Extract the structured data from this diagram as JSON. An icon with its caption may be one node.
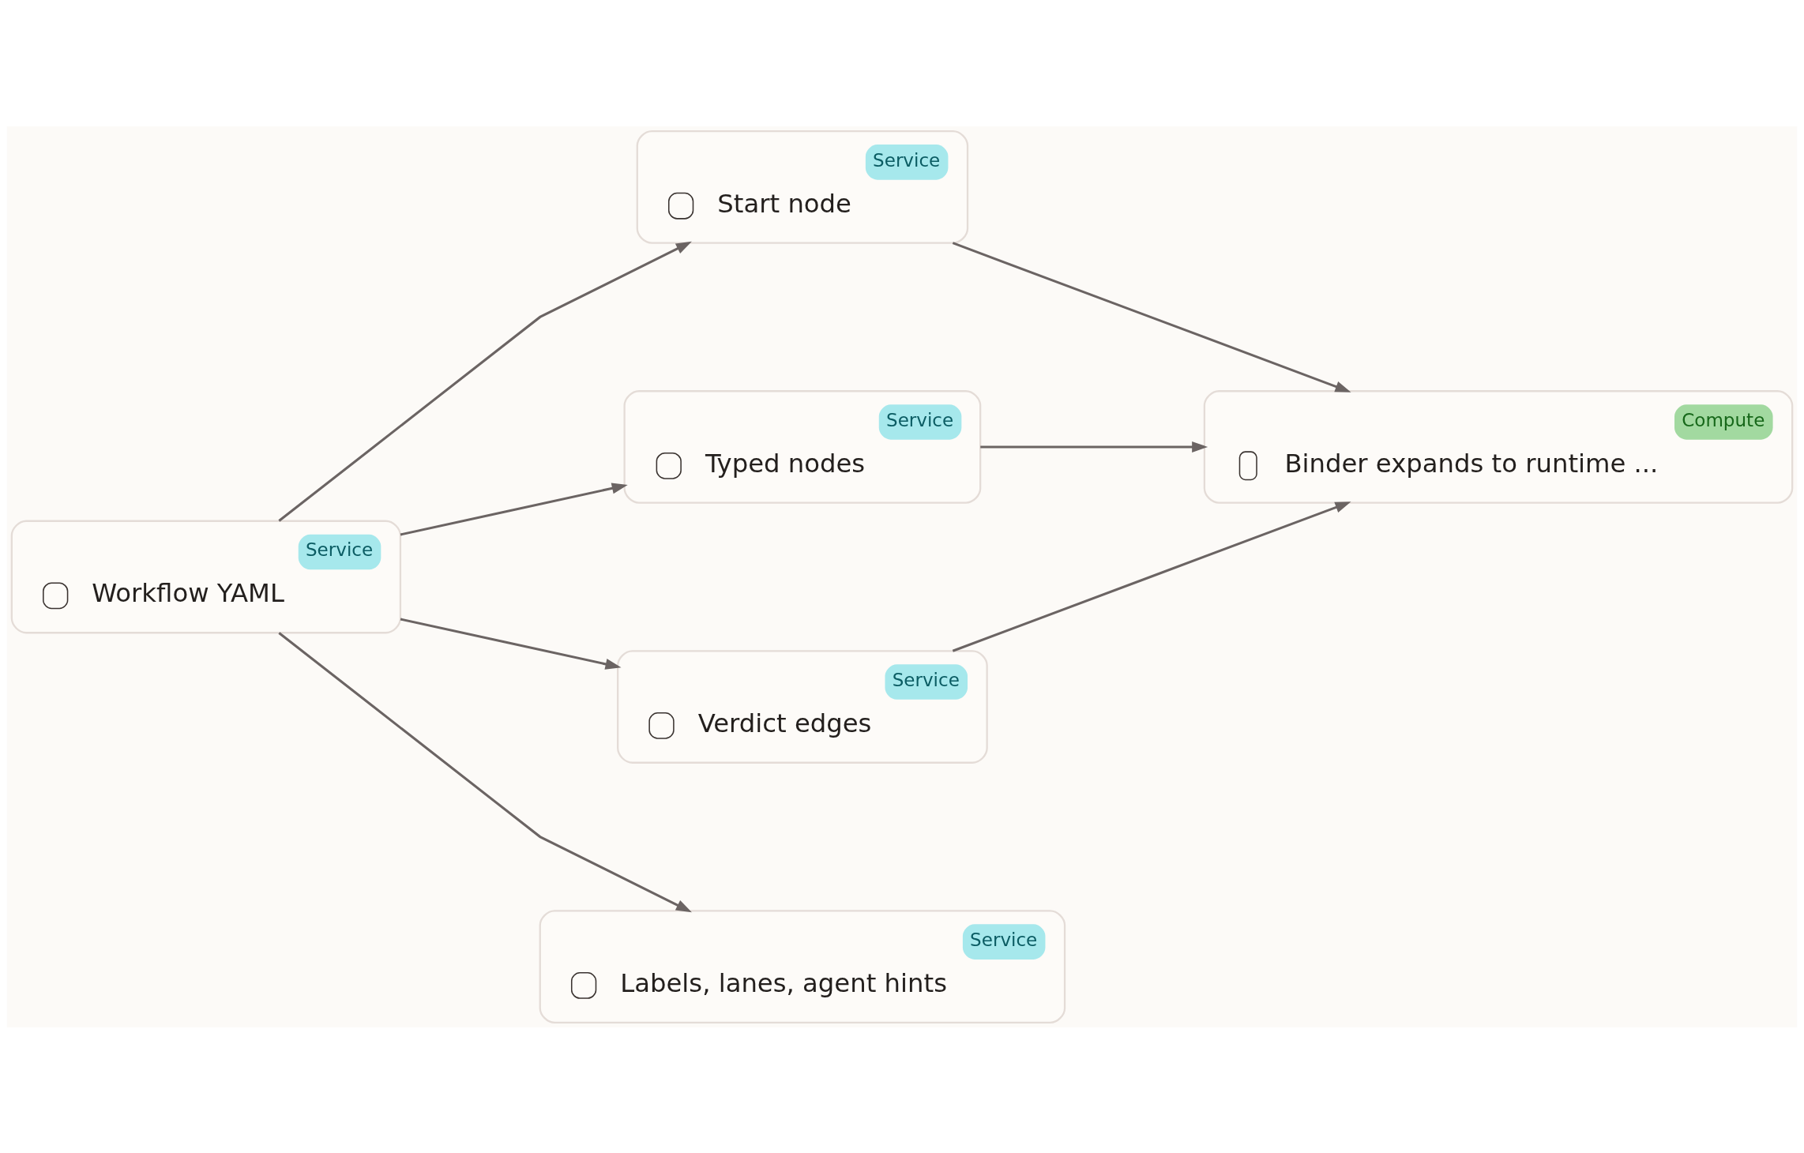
{
  "diagram": {
    "nodes": [
      {
        "text": [
          "Service",
          "Workflow YAML"
        ]
      },
      {
        "text": [
          "Service",
          "Start node"
        ]
      },
      {
        "text": [
          "Service",
          "Typed nodes"
        ]
      },
      {
        "text": [
          "Service",
          "Verdict edges"
        ]
      },
      {
        "text": [
          "Service",
          "Labels, lanes, agent hints"
        ]
      },
      {
        "text": [
          "Compute",
          "Binder expands to runtime ..."
        ]
      }
    ],
    "edges": [
      {
        "from": 0,
        "to": 1,
        "arrow": "to"
      },
      {
        "from": 0,
        "to": 2,
        "arrow": "to"
      },
      {
        "from": 0,
        "to": 3,
        "arrow": "to"
      },
      {
        "from": 0,
        "to": 4,
        "arrow": "to"
      },
      {
        "from": 1,
        "to": 5,
        "arrow": "to"
      },
      {
        "from": 2,
        "to": 5,
        "arrow": "to"
      },
      {
        "from": 3,
        "to": 5,
        "arrow": "to"
      }
    ]
  }
}
